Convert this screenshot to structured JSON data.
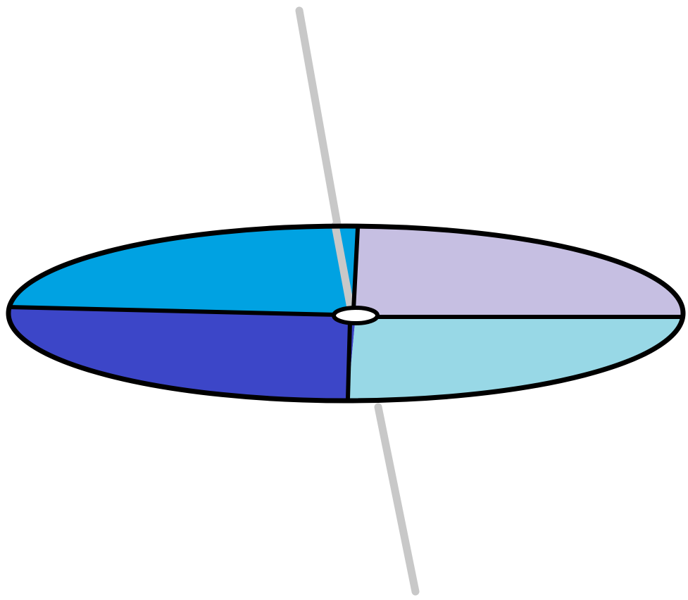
{
  "diagram": {
    "colors": {
      "background": "#ffffff",
      "outline": "#000000",
      "axis": "#c8c8c8",
      "hole": "#ffffff",
      "quadrant_upper_left": "#00a2e2",
      "quadrant_upper_right": "#c6bfe2",
      "quadrant_lower_left": "#3c46c8",
      "quadrant_lower_right": "#98d8e6"
    },
    "parts": [
      "axis-rod",
      "disk-quadrant-upper-left",
      "disk-quadrant-upper-right",
      "disk-quadrant-lower-left",
      "disk-quadrant-lower-right",
      "center-hole"
    ]
  }
}
